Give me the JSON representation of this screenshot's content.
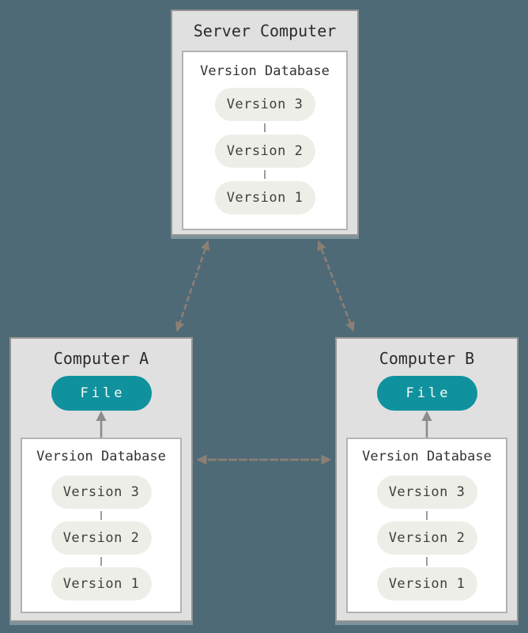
{
  "nodes": {
    "server": {
      "title": "Server Computer",
      "database": {
        "label": "Version Database",
        "versions": [
          "Version 3",
          "Version 2",
          "Version 1"
        ]
      }
    },
    "computer_a": {
      "title": "Computer A",
      "file_label": "File",
      "database": {
        "label": "Version Database",
        "versions": [
          "Version 3",
          "Version 2",
          "Version 1"
        ]
      }
    },
    "computer_b": {
      "title": "Computer B",
      "file_label": "File",
      "database": {
        "label": "Version Database",
        "versions": [
          "Version 3",
          "Version 2",
          "Version 1"
        ]
      }
    }
  },
  "connections": [
    {
      "from": "server",
      "to": "computer_a",
      "style": "dashed",
      "bidirectional": true
    },
    {
      "from": "server",
      "to": "computer_b",
      "style": "dashed",
      "bidirectional": true
    },
    {
      "from": "computer_a",
      "to": "computer_b",
      "style": "dashed",
      "bidirectional": true
    },
    {
      "from": "database",
      "to": "file",
      "style": "solid",
      "bidirectional": false,
      "note": "inside each computer"
    }
  ],
  "colors": {
    "background": "#4e6a76",
    "node_fill": "#e0e0e0",
    "node_border": "#949494",
    "db_fill": "#ffffff",
    "db_border": "#b3b3b3",
    "version_pill_fill": "#eeeee8",
    "file_pill_fill": "#0f929e",
    "file_pill_text": "#fafaf5",
    "connection_arrow": "#8b7f74",
    "internal_arrow": "#8c8c8c",
    "text": "#2b2b2b"
  }
}
